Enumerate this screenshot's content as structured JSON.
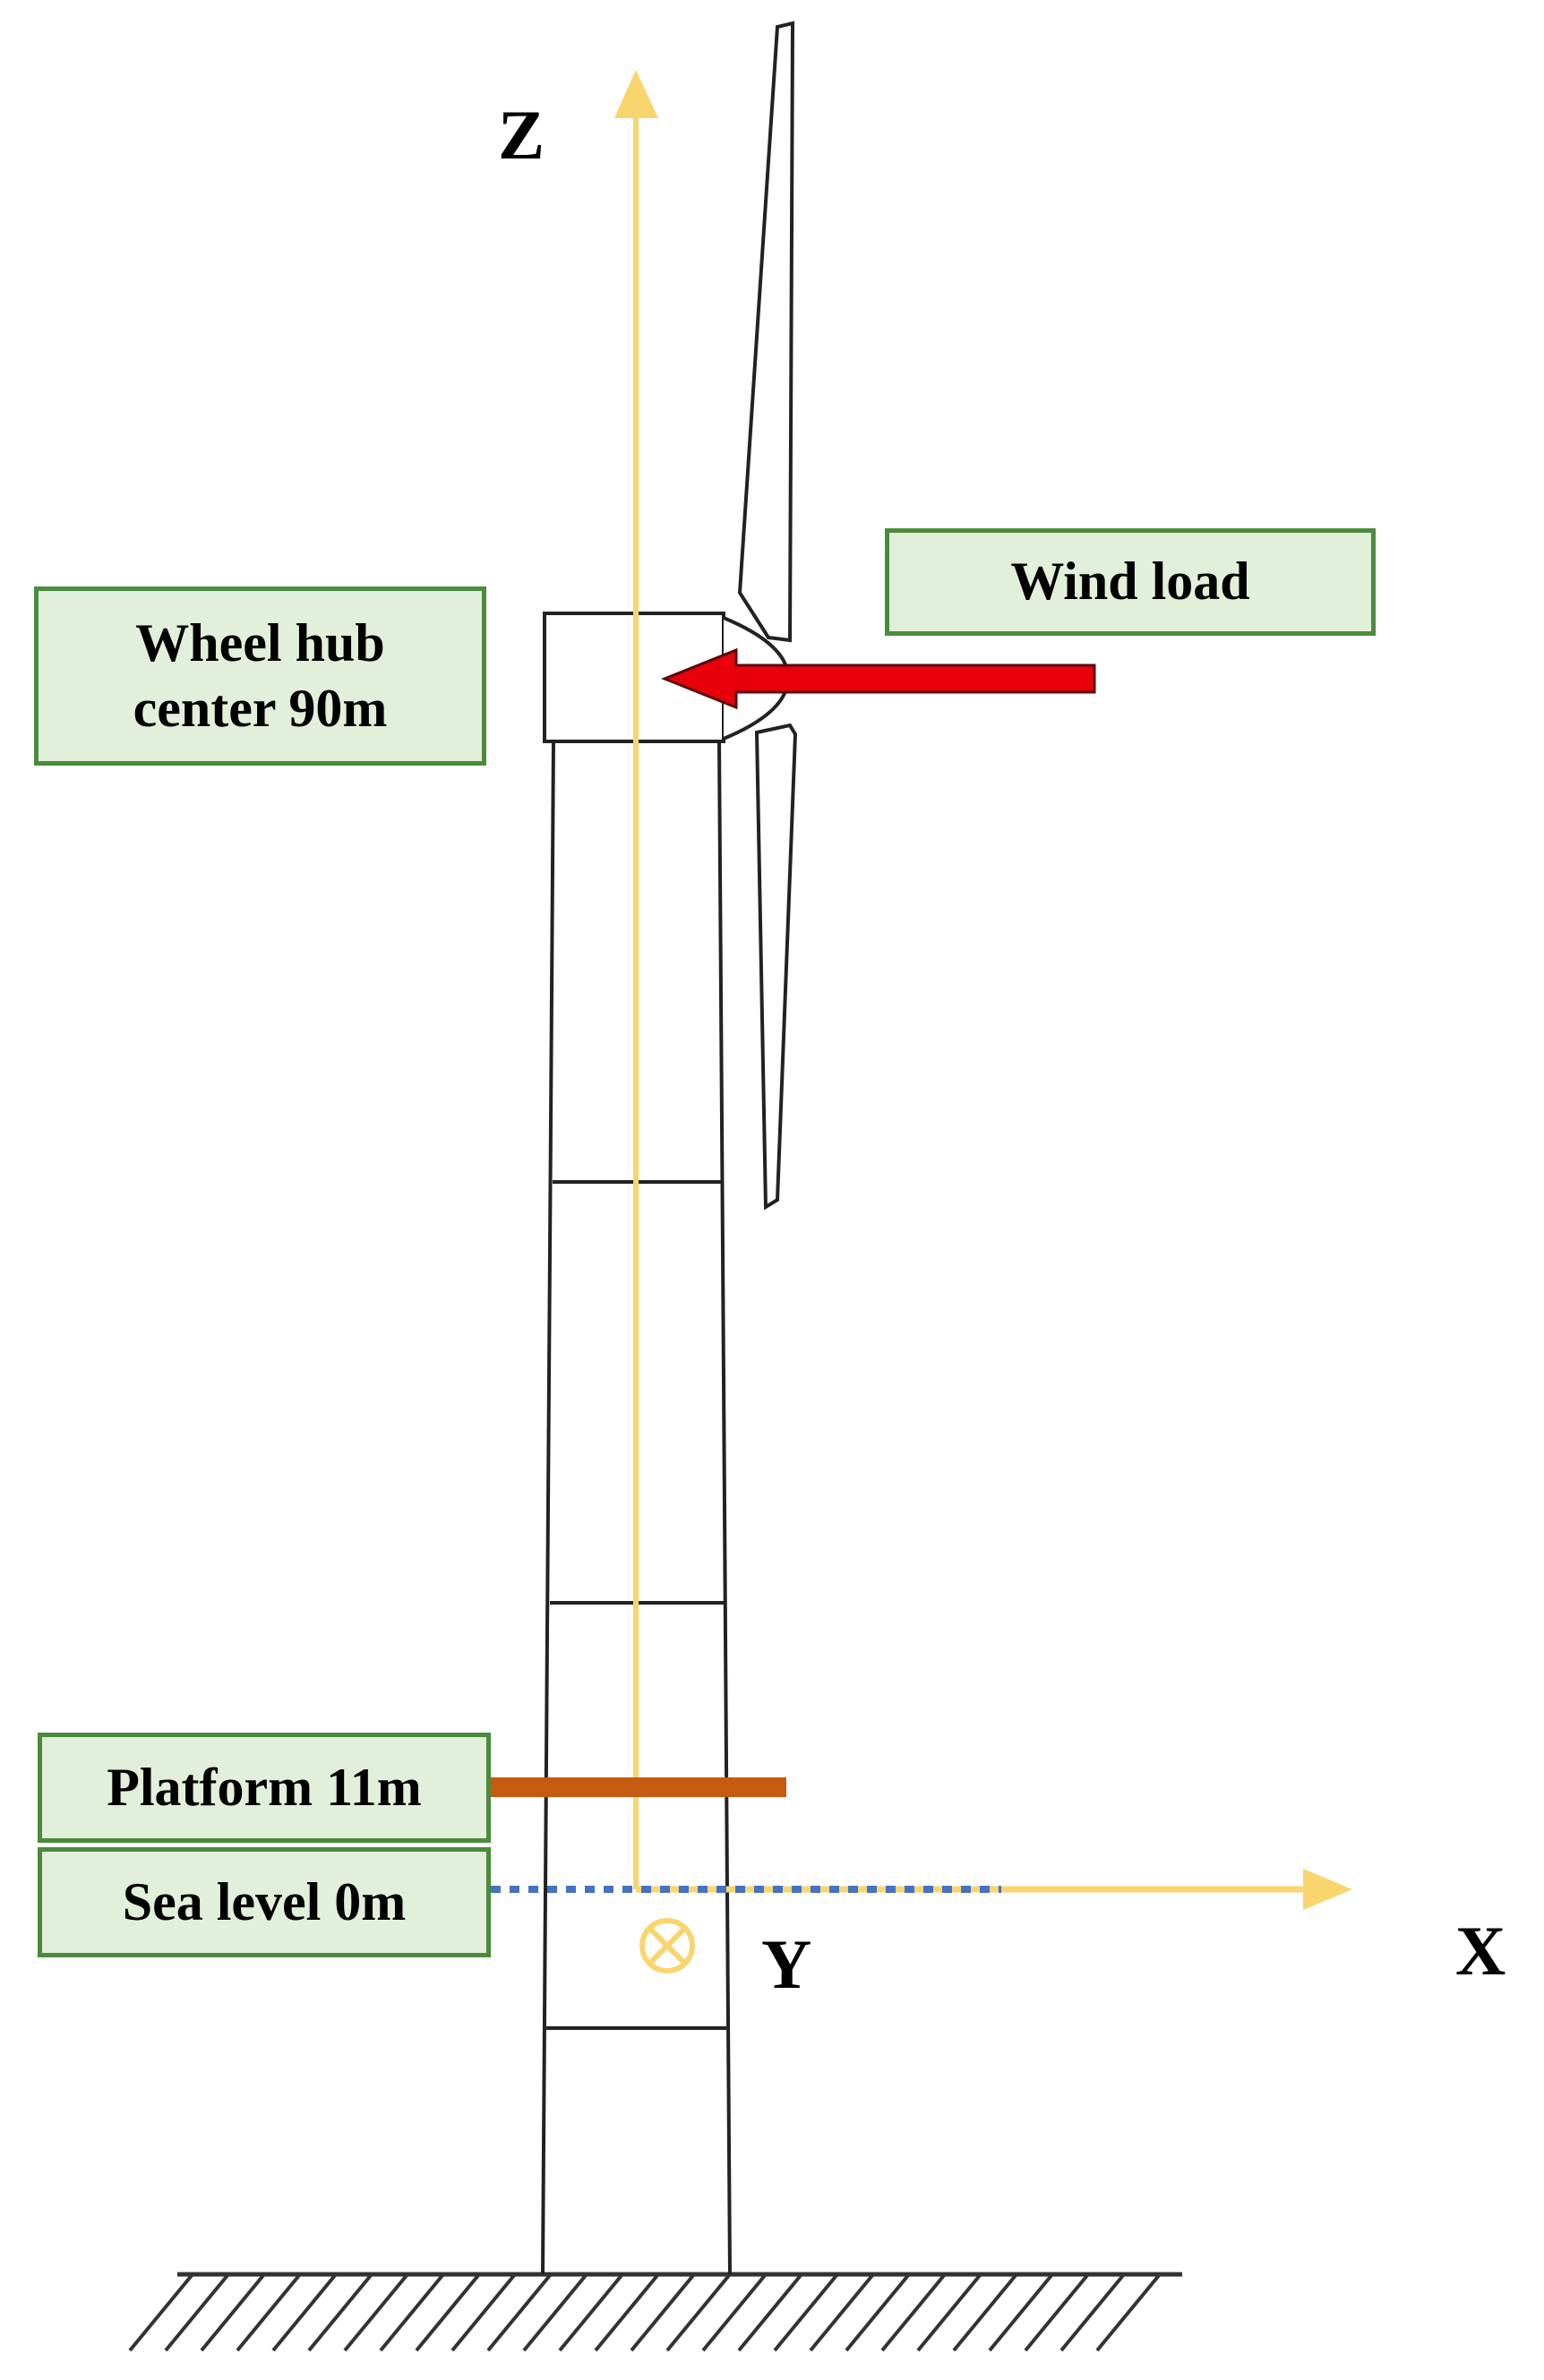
{
  "axes": {
    "z_label": "Z",
    "x_label": "X",
    "y_label": "Y"
  },
  "labels": {
    "hub_line1": "Wheel hub",
    "hub_line2": "center 90m",
    "wind_load": "Wind load",
    "platform": "Platform 11m",
    "sea_level": "Sea level 0m"
  },
  "colors": {
    "axis": "#f9d56e",
    "wind_arrow": "#e8000b",
    "platform": "#c55a11",
    "sea_level": "#4472c4",
    "label_fill": "#e2efda",
    "label_border": "#4a8c3c"
  }
}
